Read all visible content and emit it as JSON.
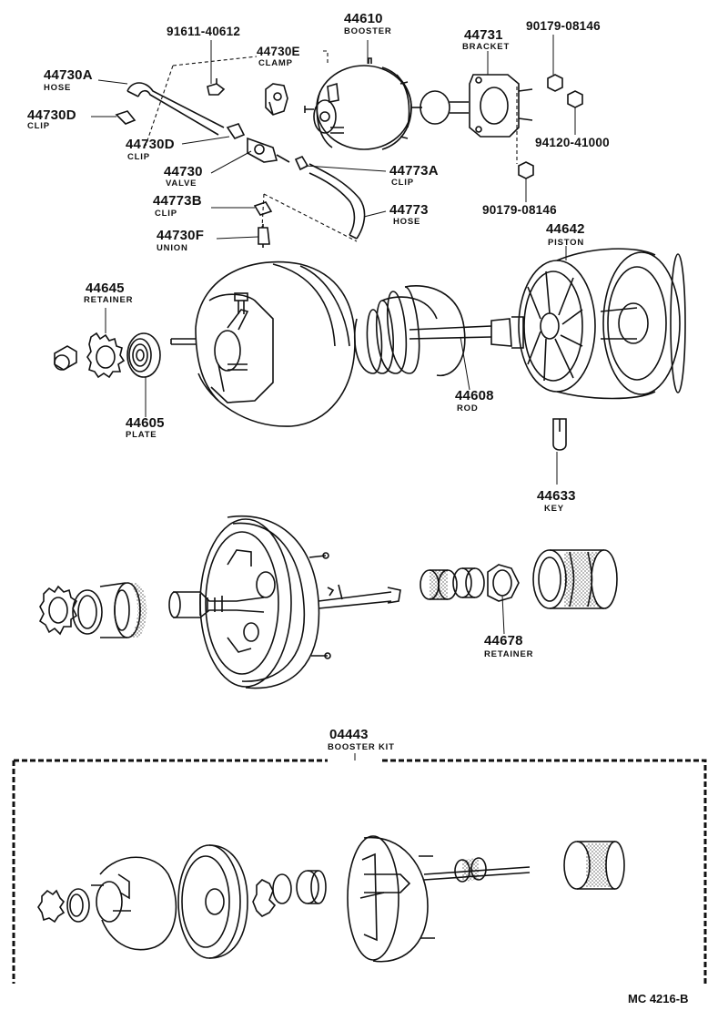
{
  "diagram_ref": "MC 4216-B",
  "parts": [
    {
      "id": "p44610",
      "number": "44610",
      "name": "BOOSTER"
    },
    {
      "id": "p91611",
      "number": "91611-40612",
      "name": ""
    },
    {
      "id": "p44730E",
      "number": "44730E",
      "name": "CLAMP"
    },
    {
      "id": "p44731",
      "number": "44731",
      "name": "BRACKET"
    },
    {
      "id": "p90179a",
      "number": "90179-08146",
      "name": ""
    },
    {
      "id": "p94120",
      "number": "94120-41000",
      "name": ""
    },
    {
      "id": "p90179b",
      "number": "90179-08146",
      "name": ""
    },
    {
      "id": "p44730A",
      "number": "44730A",
      "name": "HOSE"
    },
    {
      "id": "p44730Da",
      "number": "44730D",
      "name": "CLIP"
    },
    {
      "id": "p44730Db",
      "number": "44730D",
      "name": "CLIP"
    },
    {
      "id": "p44730",
      "number": "44730",
      "name": "VALVE"
    },
    {
      "id": "p44773A",
      "number": "44773A",
      "name": "CLIP"
    },
    {
      "id": "p44773B",
      "number": "44773B",
      "name": "CLIP"
    },
    {
      "id": "p44773",
      "number": "44773",
      "name": "HOSE"
    },
    {
      "id": "p44730F",
      "number": "44730F",
      "name": "UNION"
    },
    {
      "id": "p44642",
      "number": "44642",
      "name": "PISTON"
    },
    {
      "id": "p44645",
      "number": "44645",
      "name": "RETAINER"
    },
    {
      "id": "p44608",
      "number": "44608",
      "name": "ROD"
    },
    {
      "id": "p44605",
      "number": "44605",
      "name": "PLATE"
    },
    {
      "id": "p44633",
      "number": "44633",
      "name": "KEY"
    },
    {
      "id": "p44678",
      "number": "44678",
      "name": "RETAINER"
    },
    {
      "id": "p04443",
      "number": "04443",
      "name": "BOOSTER KIT"
    }
  ]
}
